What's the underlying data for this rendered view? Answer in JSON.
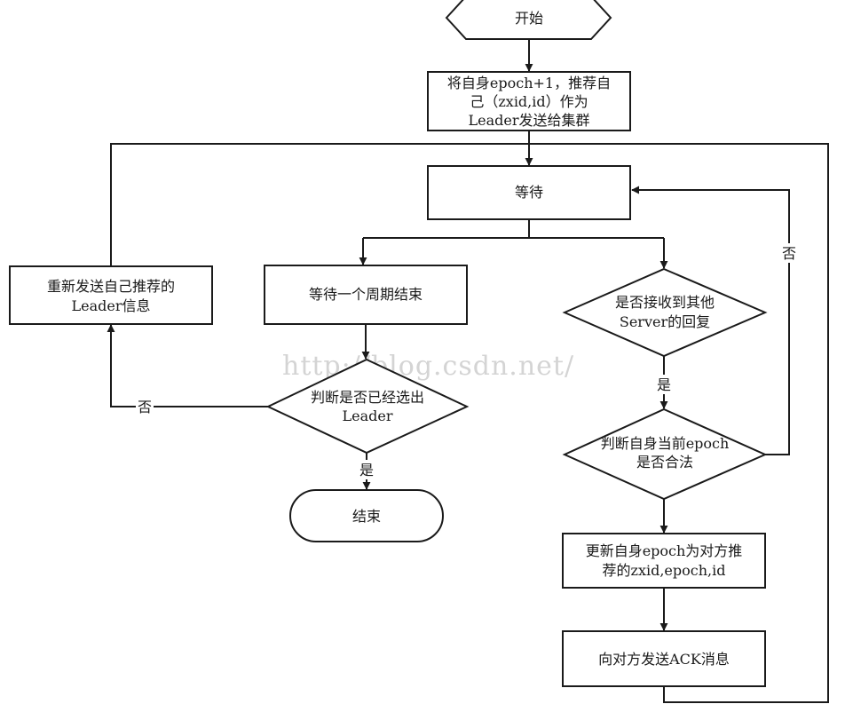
{
  "nodes": {
    "start": {
      "lines": [
        "开始"
      ]
    },
    "recommend": {
      "lines": [
        "将自身epoch+1，推荐自",
        "己（zxid,id）作为",
        "Leader发送给集群"
      ]
    },
    "wait": {
      "lines": [
        "等待"
      ]
    },
    "wait_period": {
      "lines": [
        "等待一个周期结束"
      ]
    },
    "resend": {
      "lines": [
        "重新发送自己推荐的",
        "Leader信息"
      ]
    },
    "decide_leader": {
      "lines": [
        "判断是否已经选出",
        "Leader"
      ]
    },
    "end": {
      "lines": [
        "结束"
      ]
    },
    "received": {
      "lines": [
        "是否接收到其他",
        "Server的回复"
      ]
    },
    "epoch_valid": {
      "lines": [
        "判断自身当前epoch",
        "是否合法"
      ]
    },
    "update": {
      "lines": [
        "更新自身epoch为对方推",
        "荐的zxid,epoch,id"
      ]
    },
    "send_ack": {
      "lines": [
        "向对方发送ACK消息"
      ]
    }
  },
  "edge_labels": {
    "no_leader": "否",
    "yes_leader": "是",
    "yes_received": "是",
    "no_epoch": "否"
  },
  "watermark": "http://blog.csdn.net/"
}
